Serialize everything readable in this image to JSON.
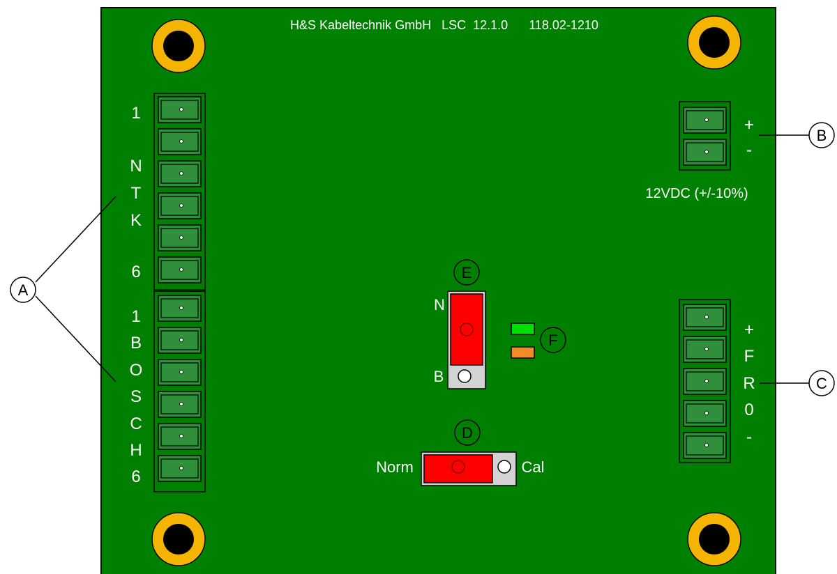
{
  "board": {
    "header": "H&S Kabeltechnik GmbH   LSC  12.1.0      118.02-1210",
    "colors": {
      "pcb": "#008000",
      "hole_ring": "#f4b400",
      "terminal": "#2f8f3b",
      "jumper": "#ff0000",
      "led_green": "#00e000",
      "led_orange": "#f28c28"
    }
  },
  "connectors": {
    "ntk": {
      "chars": [
        "1",
        "N",
        "T",
        "K",
        "6"
      ]
    },
    "bosch": {
      "chars": [
        "1",
        "B",
        "O",
        "S",
        "C",
        "H",
        "6"
      ]
    },
    "power": {
      "plus": "+",
      "minus": "-",
      "spec": "12VDC (+/-10%)"
    },
    "fr0": {
      "chars": [
        "+",
        "F",
        "R",
        "0",
        "-"
      ]
    }
  },
  "jumper_e": {
    "top_label": "N",
    "bottom_label": "B"
  },
  "jumper_d": {
    "left_label": "Norm",
    "right_label": "Cal"
  },
  "callouts": {
    "a": "A",
    "b": "B",
    "c": "C",
    "d": "D",
    "e": "E",
    "f": "F"
  }
}
